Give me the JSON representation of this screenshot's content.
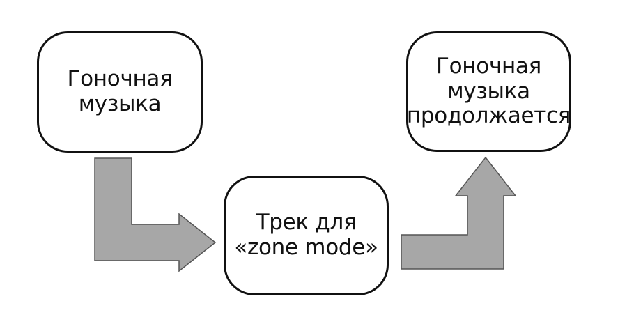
{
  "diagram": {
    "nodes": [
      {
        "id": "start",
        "text": "Гоночная\nмузыка"
      },
      {
        "id": "zone",
        "text": "Трек для\n«zone mode»"
      },
      {
        "id": "end",
        "text": "Гоночная\nмузыка\nпродолжается"
      }
    ],
    "edges": [
      {
        "from": "start",
        "to": "zone"
      },
      {
        "from": "zone",
        "to": "end"
      }
    ],
    "colors": {
      "box_border": "#111111",
      "arrow_fill": "#a7a7a7",
      "arrow_stroke": "#555555",
      "text": "#111111"
    }
  }
}
